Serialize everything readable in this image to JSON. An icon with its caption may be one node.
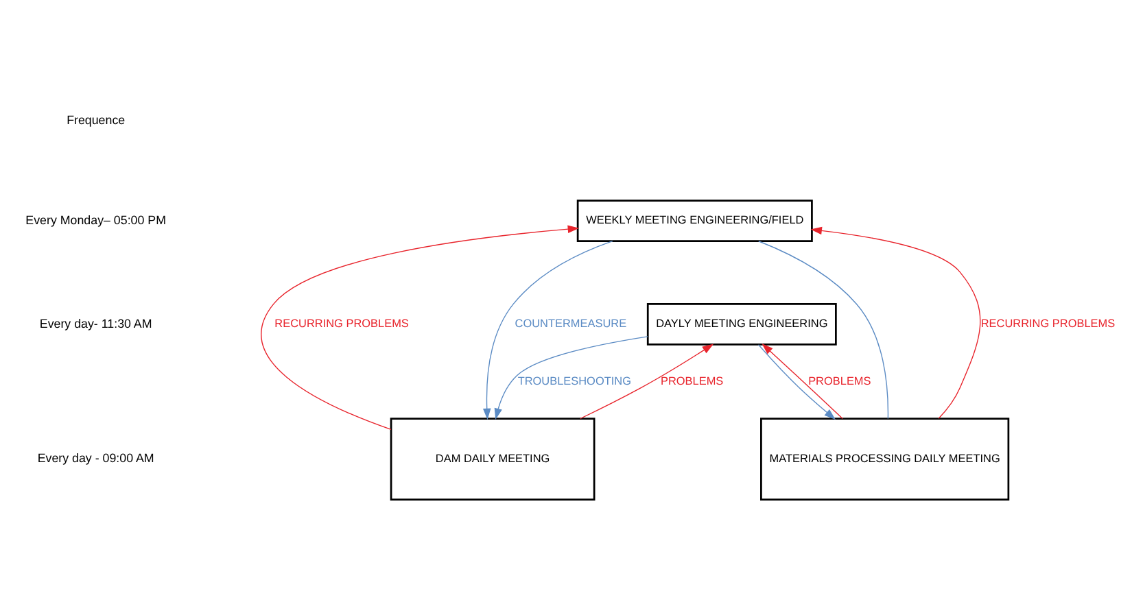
{
  "diagram": {
    "nodes": [
      {
        "text": [
          "WEEKLY MEETING ENGINEERING/FIELD"
        ]
      },
      {
        "text": [
          "DAYLY MEETING ENGINEERING"
        ]
      },
      {
        "text": [
          "DAM DAILY MEETING"
        ]
      },
      {
        "text": [
          "MATERIALS PROCESSING DAILY MEETING"
        ]
      }
    ],
    "edges": [
      {
        "from": 2,
        "to": 0,
        "arrow": "to",
        "label": "RECURRING PROBLEMS",
        "color": "#e8242c"
      },
      {
        "from": 2,
        "to": 1,
        "arrow": "to",
        "label": "PROBLEMS",
        "color": "#e8242c"
      },
      {
        "from": 3,
        "to": 0,
        "arrow": "to",
        "label": "RECURRING PROBLEMS",
        "color": "#e8242c"
      },
      {
        "from": 3,
        "to": 1,
        "arrow": "to",
        "label": "PROBLEMS",
        "color": "#e8242c"
      },
      {
        "from": 0,
        "to": 2,
        "arrow": "to",
        "label": "COUNTERMEASURE",
        "color": "#5b8bc4"
      },
      {
        "from": 0,
        "to": 3,
        "arrow": "none",
        "color": "#5b8bc4"
      },
      {
        "from": 1,
        "to": 2,
        "arrow": "to",
        "label": "TROUBLESHOOTING",
        "color": "#5b8bc4"
      },
      {
        "from": 1,
        "to": 3,
        "arrow": "to",
        "color": "#5b8bc4"
      }
    ],
    "labels": [
      "Frequence",
      "Every Monday– 05:00 PM",
      "Every day- 11:30 AM",
      "Every day - 09:00 AM"
    ]
  }
}
